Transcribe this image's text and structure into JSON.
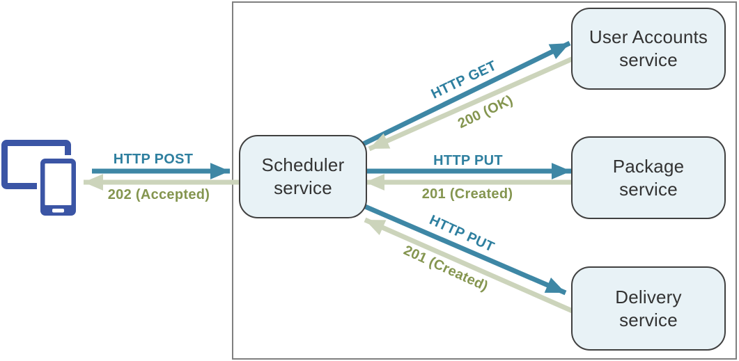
{
  "colors": {
    "request_arrow": "#3e87a5",
    "request_text": "#2e7f9f",
    "response_arrow": "#ccd4bb",
    "response_text": "#84954f",
    "node_fill": "#e8f2f6",
    "node_border": "#404040",
    "boundary_border": "#7f7f7f",
    "device_blue": "#3b55a5"
  },
  "client": {
    "icon": "client-devices-icon"
  },
  "nodes": {
    "scheduler": {
      "line1": "Scheduler",
      "line2": "service"
    },
    "user_accounts": {
      "line1": "User Accounts",
      "line2": "service"
    },
    "package": {
      "line1": "Package",
      "line2": "service"
    },
    "delivery": {
      "line1": "Delivery",
      "line2": "service"
    }
  },
  "edges": {
    "post": {
      "request": "HTTP POST",
      "response": "202 (Accepted)"
    },
    "get": {
      "request": "HTTP GET",
      "response": "200 (OK)"
    },
    "put_package": {
      "request": "HTTP PUT",
      "response": "201 (Created)"
    },
    "put_delivery": {
      "request": "HTTP PUT",
      "response": "201 (Created)"
    }
  }
}
